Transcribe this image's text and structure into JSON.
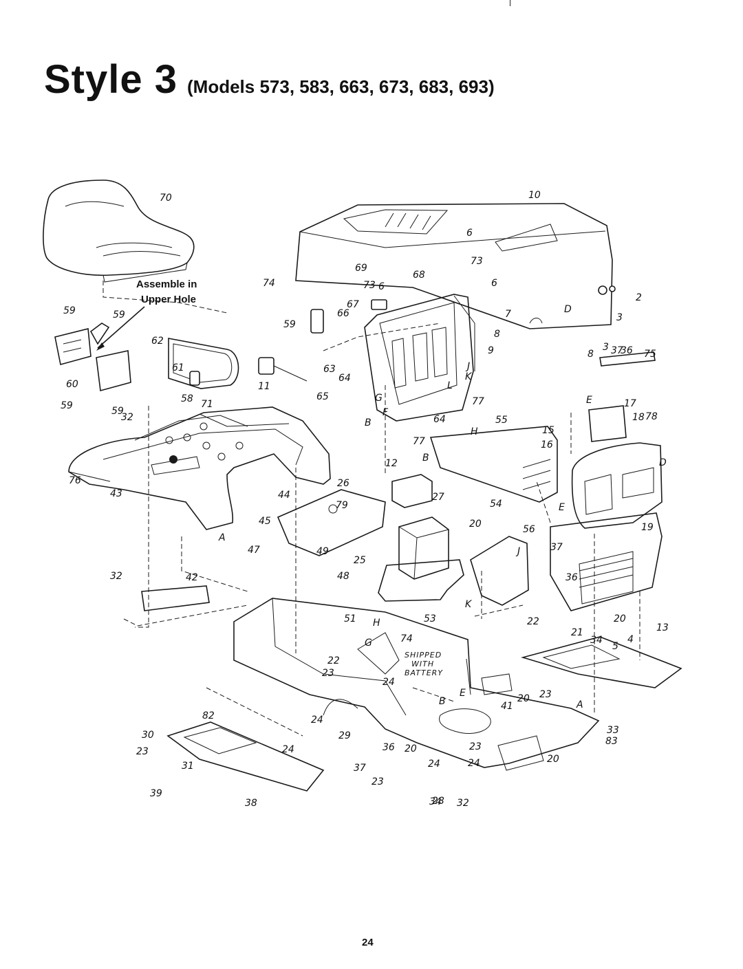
{
  "page": {
    "title_style": "Style 3",
    "title_models": "(Models 573, 583, 663, 673, 683, 693)",
    "page_number": "24"
  },
  "notes": {
    "assemble_line1": "Assemble in",
    "assemble_line2": "Upper Hole",
    "shipped_line1": "SHIPPED",
    "shipped_line2": "WITH",
    "shipped_line3": "BATTERY"
  },
  "callouts": [
    "70",
    "10",
    "6",
    "73",
    "69",
    "68",
    "73",
    "6",
    "6",
    "74",
    "67",
    "7",
    "59",
    "66",
    "8",
    "9",
    "2",
    "3",
    "D",
    "59",
    "59",
    "62",
    "61",
    "11",
    "63",
    "64",
    "65",
    "J",
    "K",
    "L",
    "77",
    "G",
    "F",
    "B",
    "64",
    "8",
    "3",
    "37",
    "36",
    "75",
    "E",
    "17",
    "18",
    "78",
    "55",
    "H",
    "15",
    "16",
    "D",
    "60",
    "59",
    "59",
    "58",
    "71",
    "32",
    "77",
    "B",
    "12",
    "26",
    "27",
    "20",
    "54",
    "E",
    "56",
    "19",
    "76",
    "43",
    "44",
    "79",
    "45",
    "A",
    "47",
    "49",
    "25",
    "48",
    "37",
    "J",
    "36",
    "32",
    "42",
    "51",
    "53",
    "K",
    "22",
    "21",
    "20",
    "13",
    "34",
    "5",
    "4",
    "H",
    "G",
    "74",
    "23",
    "24",
    "B",
    "E",
    "22",
    "20",
    "23",
    "24",
    "82",
    "29",
    "41",
    "A",
    "33",
    "83",
    "30",
    "23",
    "24",
    "37",
    "36",
    "20",
    "24",
    "23",
    "23",
    "24",
    "20",
    "31",
    "39",
    "38",
    "34",
    "28",
    "32"
  ]
}
